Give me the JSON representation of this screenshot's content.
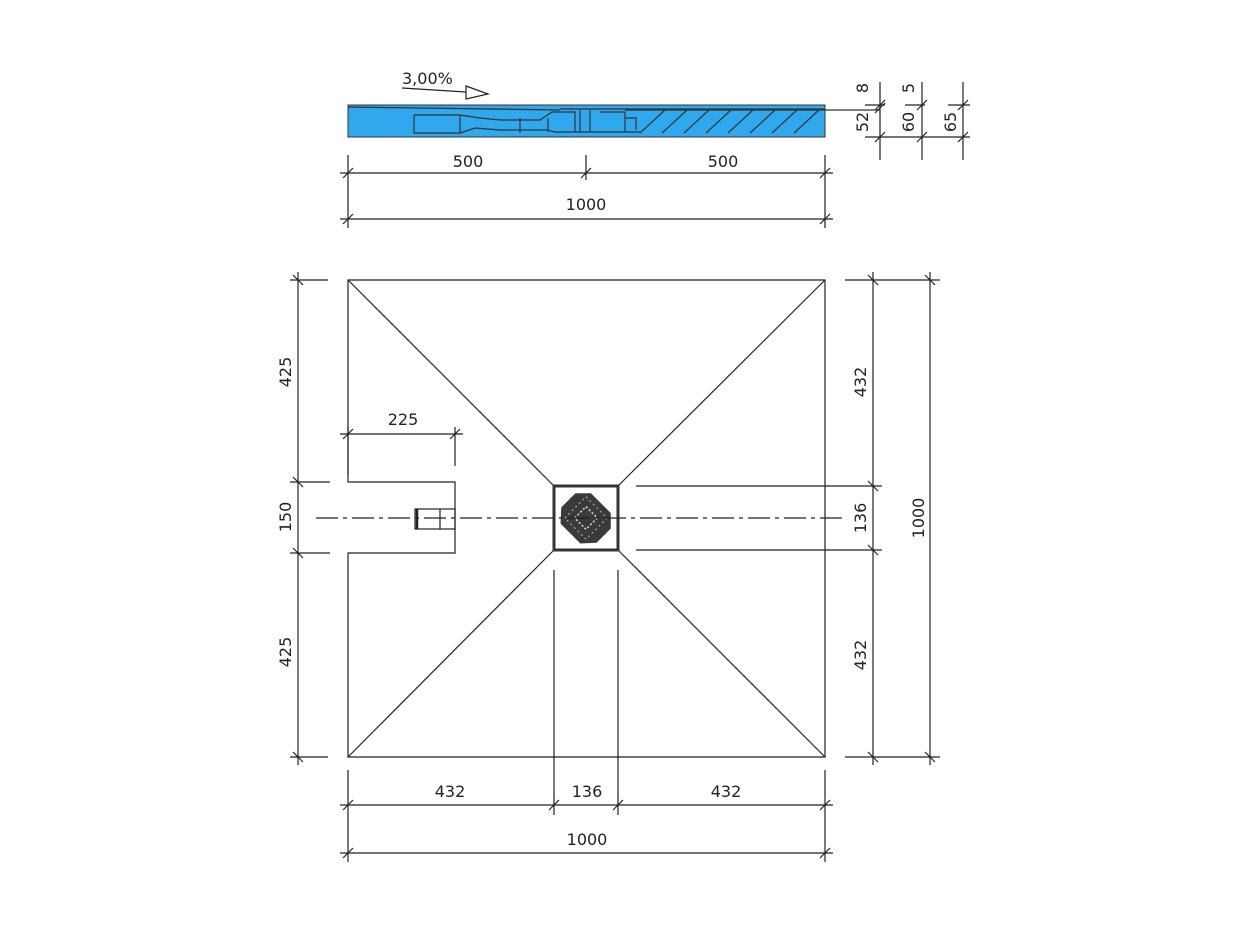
{
  "section_view": {
    "slope_label": "3,00%",
    "fill_color": "#2FA8EE",
    "dims": {
      "half_left": "500",
      "half_right": "500",
      "total": "1000",
      "top_layer": "8",
      "body": "52",
      "top_layer_2": "5",
      "height_60": "60",
      "height_65": "65"
    }
  },
  "plan_view": {
    "left_dims": {
      "top": "425",
      "middle": "150",
      "bottom": "425"
    },
    "notch_dim": "225",
    "right_dims": {
      "top": "432",
      "middle": "136",
      "bottom": "432",
      "total": "1000"
    },
    "bottom_dims": {
      "left": "432",
      "middle": "136",
      "right": "432",
      "total": "1000"
    },
    "drain_icon": "square-drain-grate-icon"
  }
}
